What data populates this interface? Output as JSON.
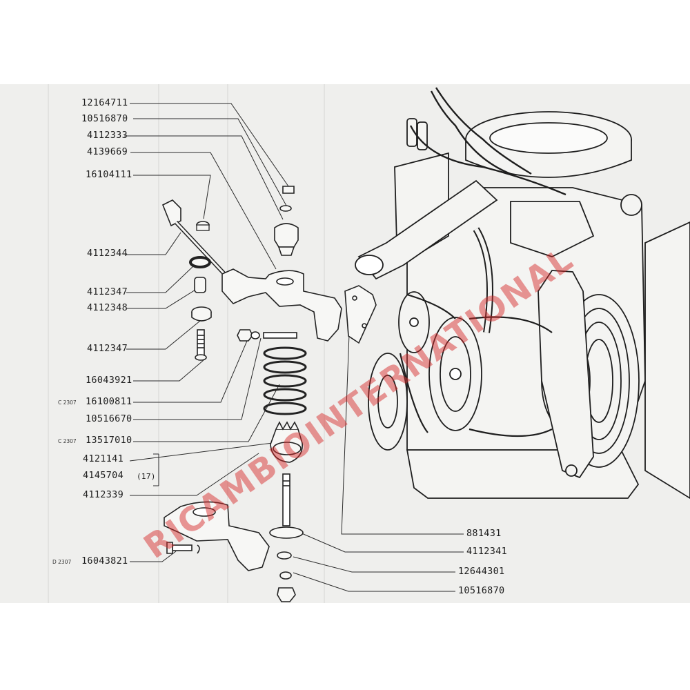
{
  "diagram": {
    "watermark": "RICAMBIOINTERNATIONAL",
    "part_labels": [
      {
        "id": "p1",
        "number": "12164711"
      },
      {
        "id": "p2",
        "number": "10516870"
      },
      {
        "id": "p3",
        "number": "4112333"
      },
      {
        "id": "p4",
        "number": "4139669"
      },
      {
        "id": "p5",
        "number": "16104111"
      },
      {
        "id": "p6",
        "number": "4112344"
      },
      {
        "id": "p7",
        "number": "4112347"
      },
      {
        "id": "p8",
        "number": "4112348"
      },
      {
        "id": "p9",
        "number": "4112347"
      },
      {
        "id": "p10",
        "number": "16043921"
      },
      {
        "id": "p11",
        "number": "16100811",
        "code": "C 2307"
      },
      {
        "id": "p12",
        "number": "10516670"
      },
      {
        "id": "p13",
        "number": "13517010",
        "code": "C 2307"
      },
      {
        "id": "p14",
        "number": "4121141"
      },
      {
        "id": "p15",
        "number": "4145704",
        "suffix": "(17)"
      },
      {
        "id": "p16",
        "number": "4112339"
      },
      {
        "id": "p17",
        "number": "16043821",
        "code": "D 2307"
      },
      {
        "id": "p18",
        "number": "881431"
      },
      {
        "id": "p19",
        "number": "4112341"
      },
      {
        "id": "p20",
        "number": "12644301"
      },
      {
        "id": "p21",
        "number": "10516870"
      }
    ]
  }
}
